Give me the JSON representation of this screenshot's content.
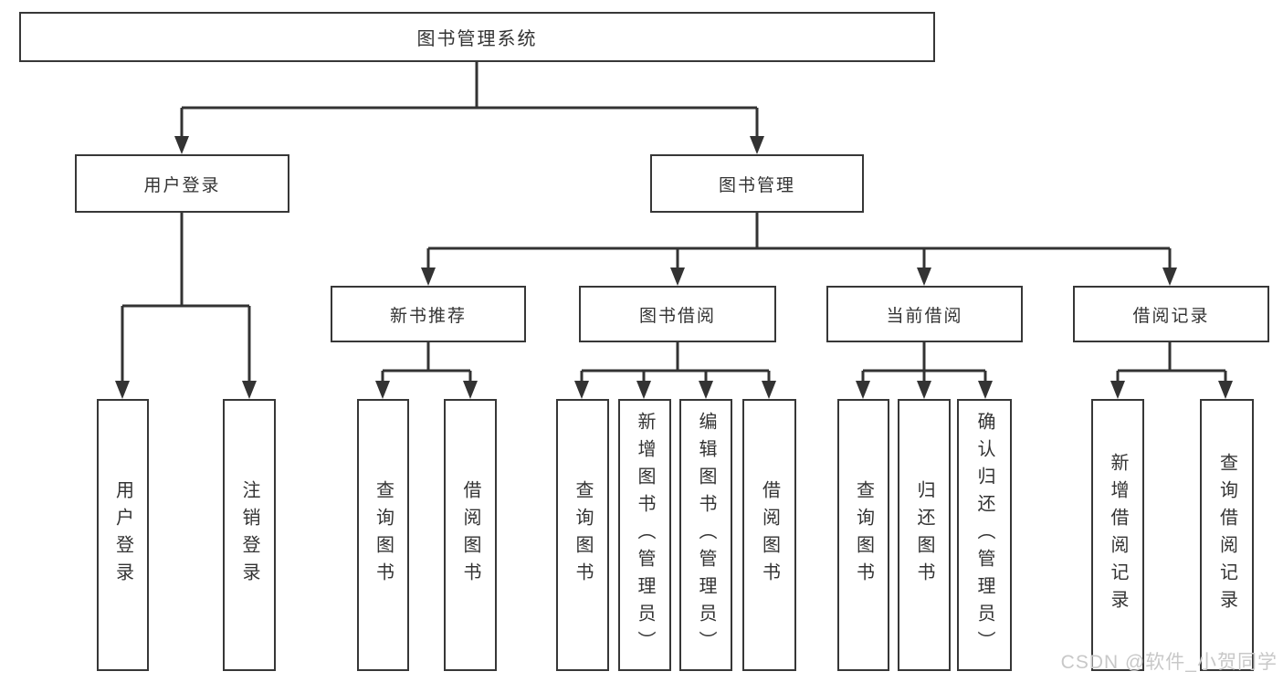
{
  "colors": {
    "line": "#333333",
    "box_border": "#373737",
    "text": "#333333",
    "background": "#ffffff",
    "watermark": "#c8c8c8"
  },
  "watermark": {
    "text": "CSDN @软件_小贺同学"
  },
  "tree": {
    "root": {
      "label": "图书管理系统"
    },
    "branches": [
      {
        "label": "用户登录",
        "children": [
          {
            "label": "用户登录"
          },
          {
            "label": "注销登录"
          }
        ]
      },
      {
        "label": "图书管理",
        "children": [
          {
            "label": "新书推荐",
            "children": [
              {
                "label": "查询图书"
              },
              {
                "label": "借阅图书"
              }
            ]
          },
          {
            "label": "图书借阅",
            "children": [
              {
                "label": "查询图书"
              },
              {
                "label": "新增图书（管理员）"
              },
              {
                "label": "编辑图书（管理员）"
              },
              {
                "label": "借阅图书"
              }
            ]
          },
          {
            "label": "当前借阅",
            "children": [
              {
                "label": "查询图书"
              },
              {
                "label": "归还图书"
              },
              {
                "label": "确认归还（管理员）"
              }
            ]
          },
          {
            "label": "借阅记录",
            "children": [
              {
                "label": "新增借阅记录"
              },
              {
                "label": "查询借阅记录"
              }
            ]
          }
        ]
      }
    ]
  }
}
